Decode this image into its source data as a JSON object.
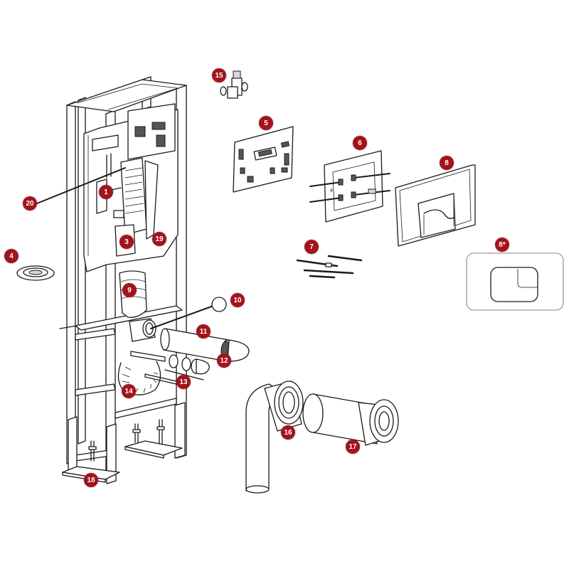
{
  "colors": {
    "badge": "#a3131b",
    "line": "#1a1a1a"
  },
  "callouts": [
    {
      "id": "1",
      "label": "1"
    },
    {
      "id": "3",
      "label": "3"
    },
    {
      "id": "4",
      "label": "4"
    },
    {
      "id": "5",
      "label": "5"
    },
    {
      "id": "6",
      "label": "6"
    },
    {
      "id": "7",
      "label": "7"
    },
    {
      "id": "8",
      "label": "8"
    },
    {
      "id": "8s",
      "label": "8*"
    },
    {
      "id": "9",
      "label": "9"
    },
    {
      "id": "10",
      "label": "10"
    },
    {
      "id": "11",
      "label": "11"
    },
    {
      "id": "12",
      "label": "12"
    },
    {
      "id": "13",
      "label": "13"
    },
    {
      "id": "14",
      "label": "14"
    },
    {
      "id": "15",
      "label": "15"
    },
    {
      "id": "16",
      "label": "16"
    },
    {
      "id": "17",
      "label": "17"
    },
    {
      "id": "18",
      "label": "18"
    },
    {
      "id": "19",
      "label": "19"
    },
    {
      "id": "20",
      "label": "20"
    }
  ],
  "mounting_plate_mark": "4"
}
